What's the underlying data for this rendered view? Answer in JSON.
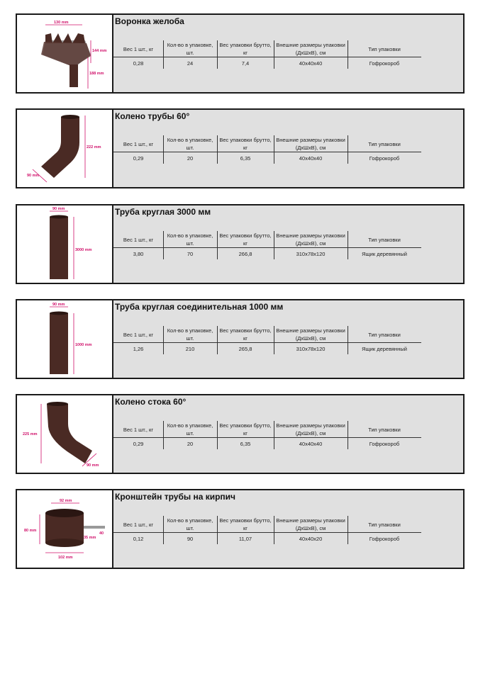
{
  "headers": [
    "Вес 1 шт., кг",
    "Кол-во в упаковке, шт.",
    "Вес упаковки брутто, кг",
    "Внешние размеры упаковки (ДхШхВ), см",
    "Тип упаковки"
  ],
  "colors": {
    "product": "#4a2a24",
    "dimension": "#d0106a",
    "panel": "#e0e0e0",
    "border": "#1a1a1a"
  },
  "products": [
    {
      "title": "Воронка желоба",
      "dims": [
        "130 mm",
        "144 mm",
        "188 mm"
      ],
      "values": [
        "0,28",
        "24",
        "7,4",
        "40х40х40",
        "Гофрокороб"
      ]
    },
    {
      "title": "Колено трубы 60°",
      "dims": [
        "222 mm",
        "90 mm"
      ],
      "values": [
        "0,29",
        "20",
        "6,35",
        "40х40х40",
        "Гофрокороб"
      ]
    },
    {
      "title": "Труба круглая 3000 мм",
      "dims": [
        "90 mm",
        "3000 mm"
      ],
      "values": [
        "3,80",
        "70",
        "266,8",
        "310х78х120",
        "Ящик деревянный"
      ]
    },
    {
      "title": "Труба круглая соединительная 1000 мм",
      "dims": [
        "90 mm",
        "1000 mm"
      ],
      "values": [
        "1,26",
        "210",
        "265,8",
        "310х78х120",
        "Ящик деревянный"
      ]
    },
    {
      "title": "Колено стока 60°",
      "dims": [
        "225 mm",
        "90 mm"
      ],
      "values": [
        "0,29",
        "20",
        "6,35",
        "40х40х40",
        "Гофрокороб"
      ]
    },
    {
      "title": "Кронштейн трубы на кирпич",
      "dims": [
        "92 mm",
        "80 mm",
        "40",
        "35 mm",
        "102 mm"
      ],
      "values": [
        "0,12",
        "90",
        "11,07",
        "40х40х20",
        "Гофрокороб"
      ]
    }
  ]
}
